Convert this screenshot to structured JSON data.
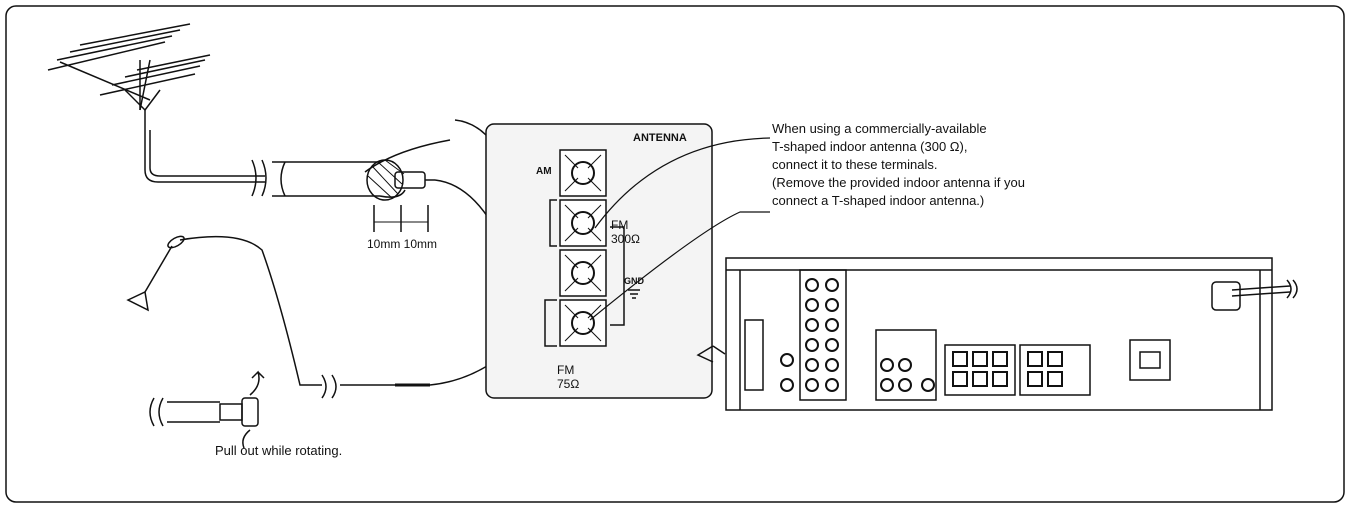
{
  "note": {
    "lines": [
      "When using a commercially-available",
      "T-shaped indoor antenna (300 Ω),",
      "connect it to these terminals.",
      "(Remove the provided indoor antenna if you",
      "connect a T-shaped indoor antenna.)"
    ]
  },
  "terminal_panel": {
    "title": "ANTENNA",
    "am": "AM",
    "fm300_top": "FM",
    "fm300_bottom": "300Ω",
    "gnd": "GND",
    "fm75_top": "FM",
    "fm75_bottom": "75Ω"
  },
  "cable_dims": "10mm 10mm",
  "pull_instruction": "Pull out while rotating.",
  "colors": {
    "ink": "#111111",
    "panel_fill": "#f4f4f4",
    "terminal_fill": "#ffffff"
  }
}
